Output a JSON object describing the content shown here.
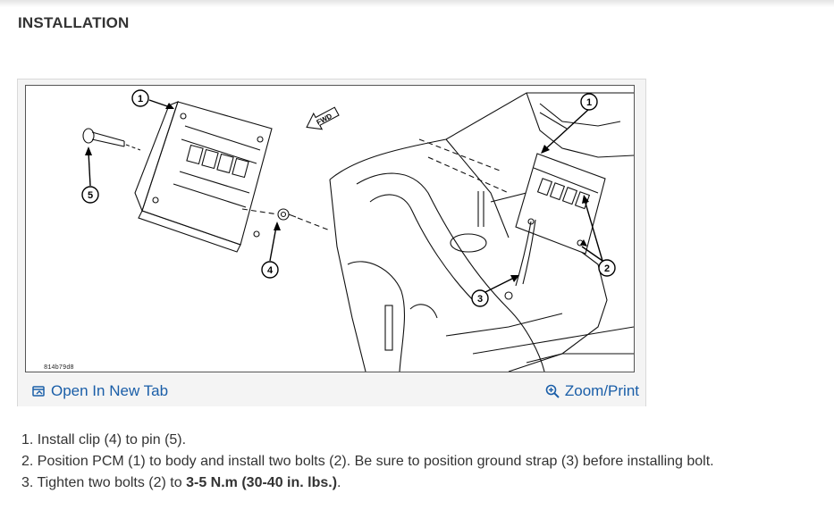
{
  "page": {
    "section_title": "INSTALLATION"
  },
  "figure": {
    "figure_id": "814b79d8",
    "fwd_label": "FWD",
    "callouts": [
      "1",
      "5",
      "4",
      "1",
      "2",
      "3"
    ]
  },
  "footer": {
    "open_tab_label": "Open In New Tab",
    "open_tab_icon": "open-in-new-tab-icon",
    "zoom_label": "Zoom/Print",
    "zoom_icon": "zoom-in-icon",
    "link_color": "#1a5ea8"
  },
  "steps": [
    {
      "number": "1.",
      "text": "Install clip (4) to pin (5)."
    },
    {
      "number": "2.",
      "text": "Position PCM (1) to body and install two bolts (2). Be sure to position ground strap (3) before installing bolt."
    },
    {
      "number": "3.",
      "text_before": "Tighten two bolts (2) to ",
      "text_bold": "3-5 N.m (30-40 in. lbs.)",
      "text_after": "."
    }
  ]
}
